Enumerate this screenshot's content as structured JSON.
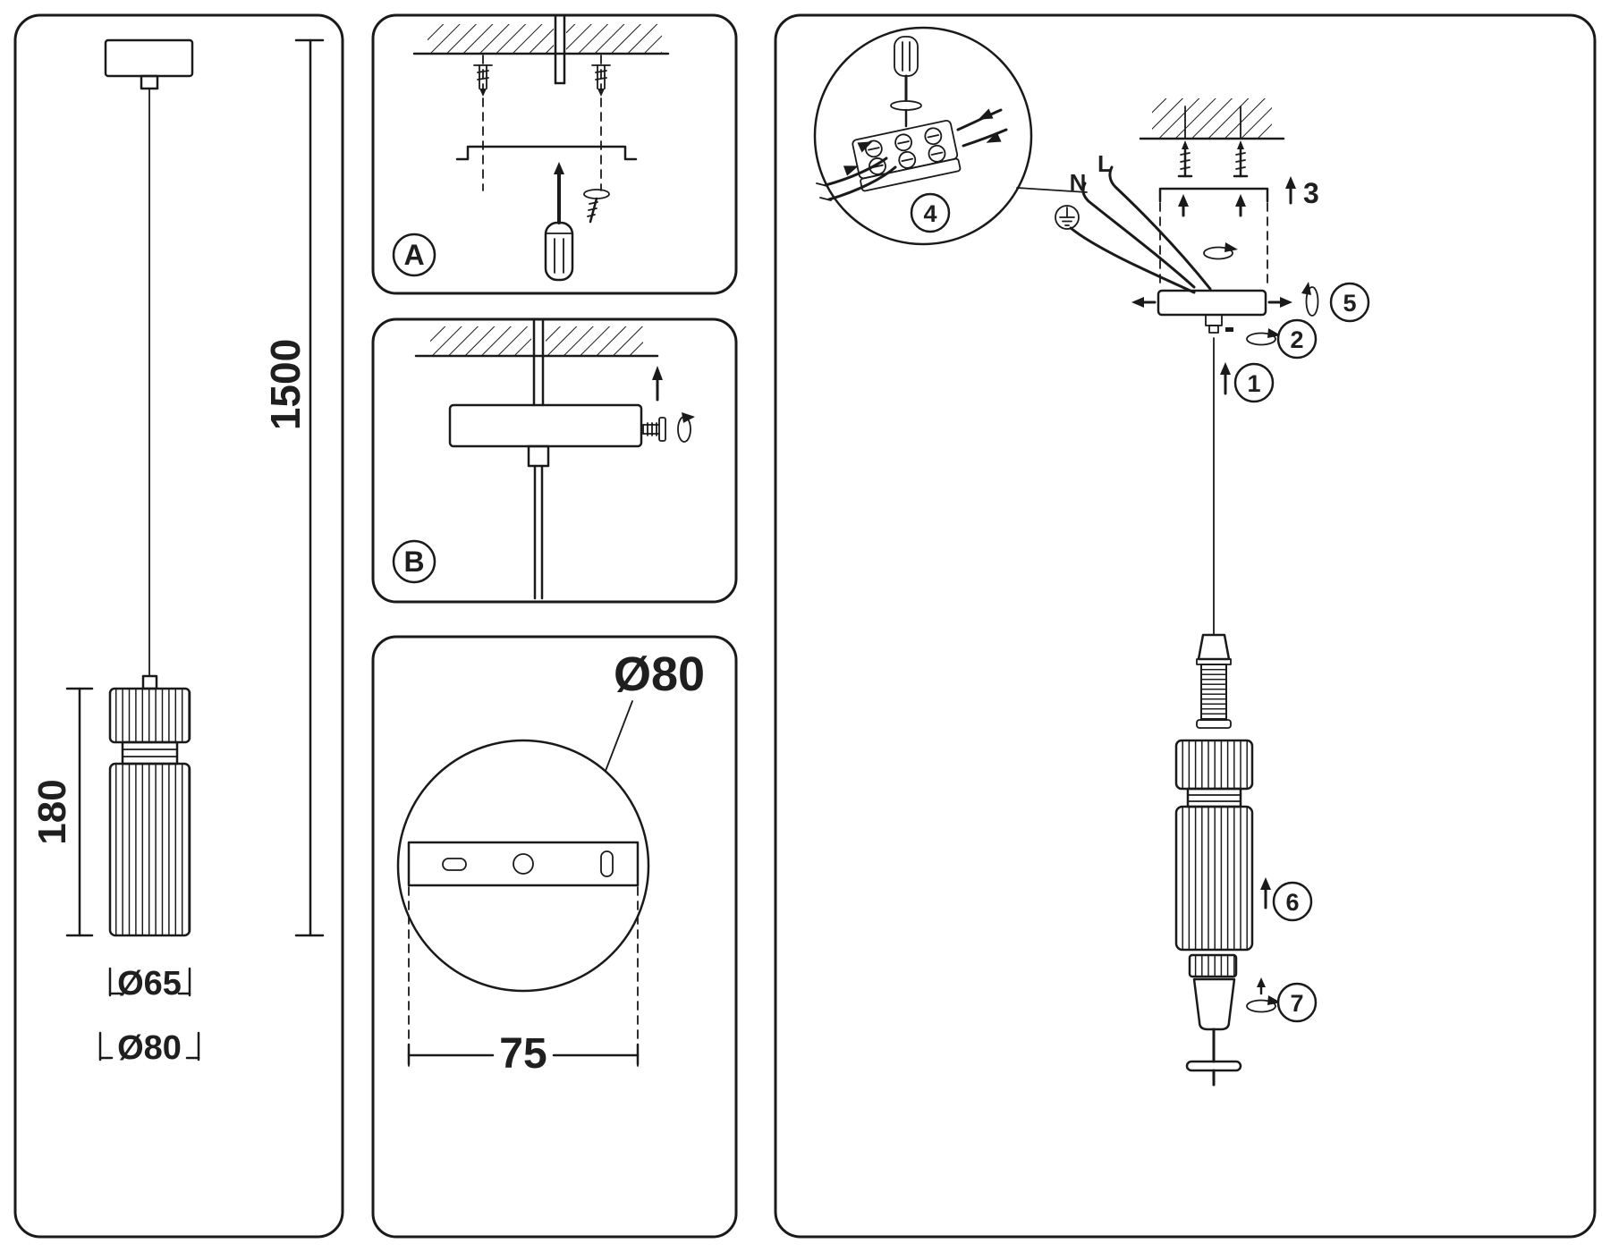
{
  "left_panel": {
    "dim_cable": "1500",
    "dim_shade": "180",
    "dim_shade_d": "Ø65",
    "dim_canopy_d": "Ø80"
  },
  "panel_a": {
    "label": "A"
  },
  "panel_b": {
    "label": "B"
  },
  "panel_c": {
    "dim_canopy_d": "Ø80",
    "dim_holes": "75"
  },
  "assembly_panel": {
    "wire_n": "N",
    "wire_l": "L",
    "step_1": "1",
    "step_2": "2",
    "step_3": "3",
    "step_4": "4",
    "step_5": "5",
    "step_6": "6",
    "step_7": "7"
  },
  "colors": {
    "line": "#1a1a1a",
    "background": "#ffffff"
  }
}
